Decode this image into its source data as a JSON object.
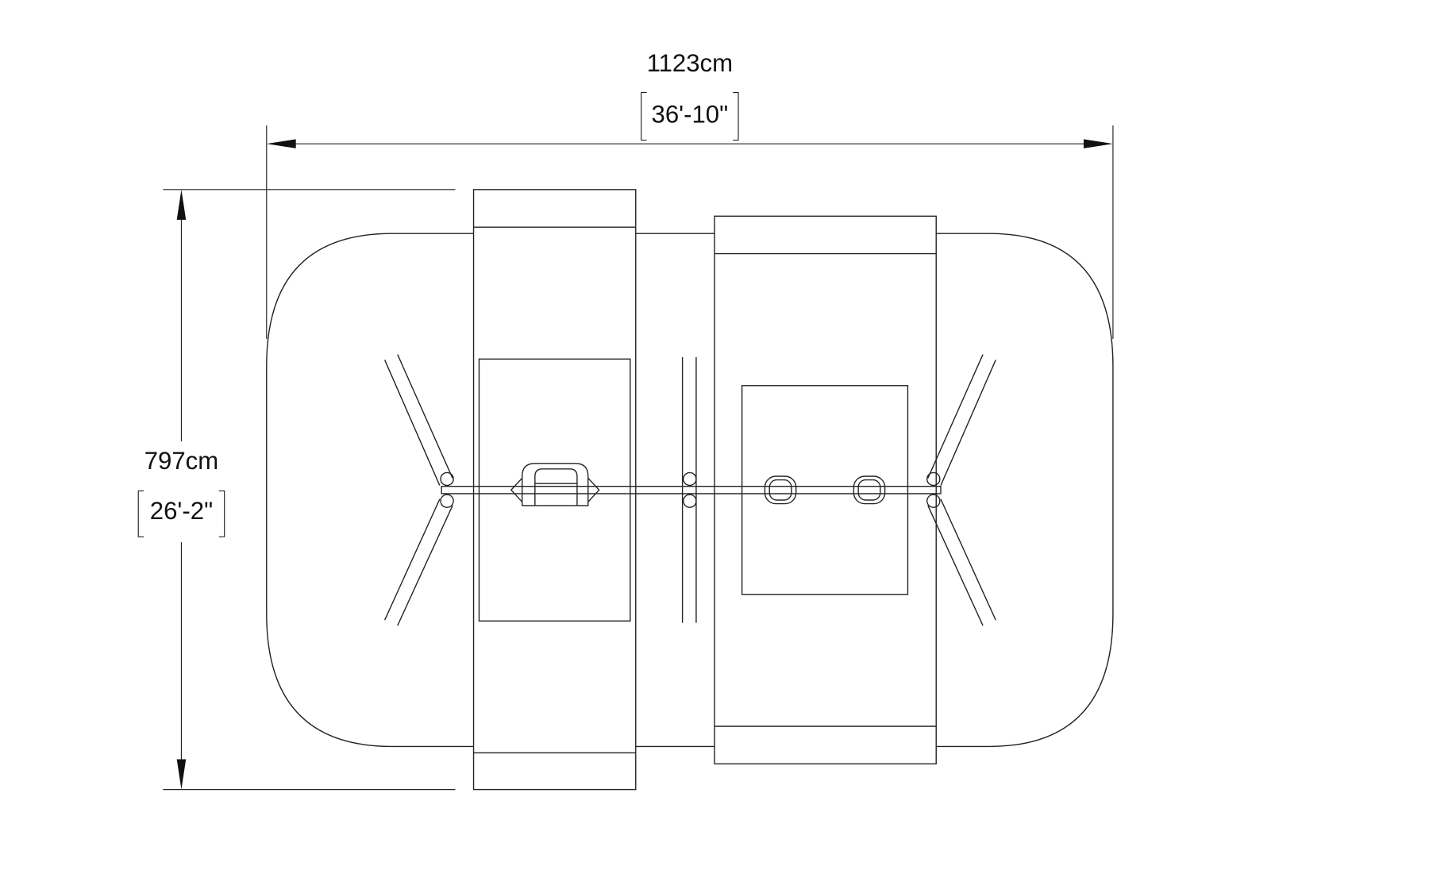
{
  "dimensions": {
    "width_metric": "1123cm",
    "width_imperial": "36'-10\"",
    "height_metric": "797cm",
    "height_imperial": "26'-2\""
  },
  "colors": {
    "line": "#222222",
    "background": "#ffffff"
  }
}
